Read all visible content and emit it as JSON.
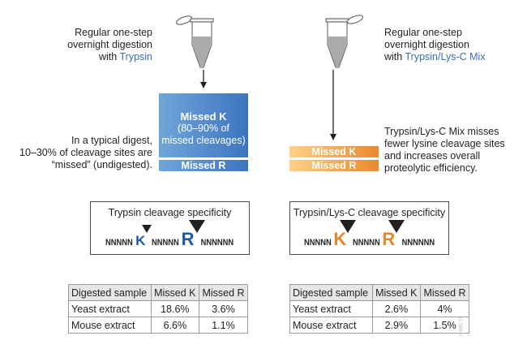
{
  "left": {
    "method_lines": [
      "Regular one-step",
      "overnight digestion",
      "with "
    ],
    "enzyme": "Trypsin",
    "missed_k": "Missed K",
    "missed_k_note": [
      "(80–90% of",
      "missed cleavages)"
    ],
    "missed_r": "Missed R",
    "note_lines": [
      "In a typical digest,",
      "10–30% of cleavage sites are",
      "“missed” (undigested)."
    ],
    "spec_title": "Trypsin cleavage specificity",
    "seq": {
      "n1": "NNNNN",
      "k": "K",
      "n2": "NNNNN",
      "r": "R",
      "n3": "NNNNNN"
    },
    "table": {
      "headers": [
        "Digested sample",
        "Missed K",
        "Missed R"
      ],
      "rows": [
        [
          "Yeast extract",
          "18.6%",
          "3.6%"
        ],
        [
          "Mouse extract",
          "6.6%",
          "1.1%"
        ]
      ]
    }
  },
  "right": {
    "method_lines": [
      "Regular one-step",
      "overnight digestion",
      "with "
    ],
    "enzyme": "Trypsin/Lys-C Mix",
    "missed_k": "Missed K",
    "missed_r": "Missed R",
    "note_lines": [
      "Trypsin/Lys-C Mix misses",
      "fewer lysine cleavage sites",
      "and increases overall",
      "proteolytic efficiency."
    ],
    "spec_title": "Trypsin/Lys-C cleavage specificity",
    "seq": {
      "n1": "NNNNN",
      "k": "K",
      "n2": "NNNNN",
      "r": "R",
      "n3": "NNNNNN"
    },
    "table": {
      "headers": [
        "Digested sample",
        "Missed K",
        "Missed R"
      ],
      "rows": [
        [
          "Yeast extract",
          "2.6%",
          "4%"
        ],
        [
          "Mouse extract",
          "2.9%",
          "1.5%"
        ]
      ]
    }
  },
  "figure_code": "11788MC",
  "colors": {
    "trypsin_blue": "#1f5aa6",
    "lysc_orange": "#e8862a",
    "link_blue": "#3a6fb5"
  }
}
